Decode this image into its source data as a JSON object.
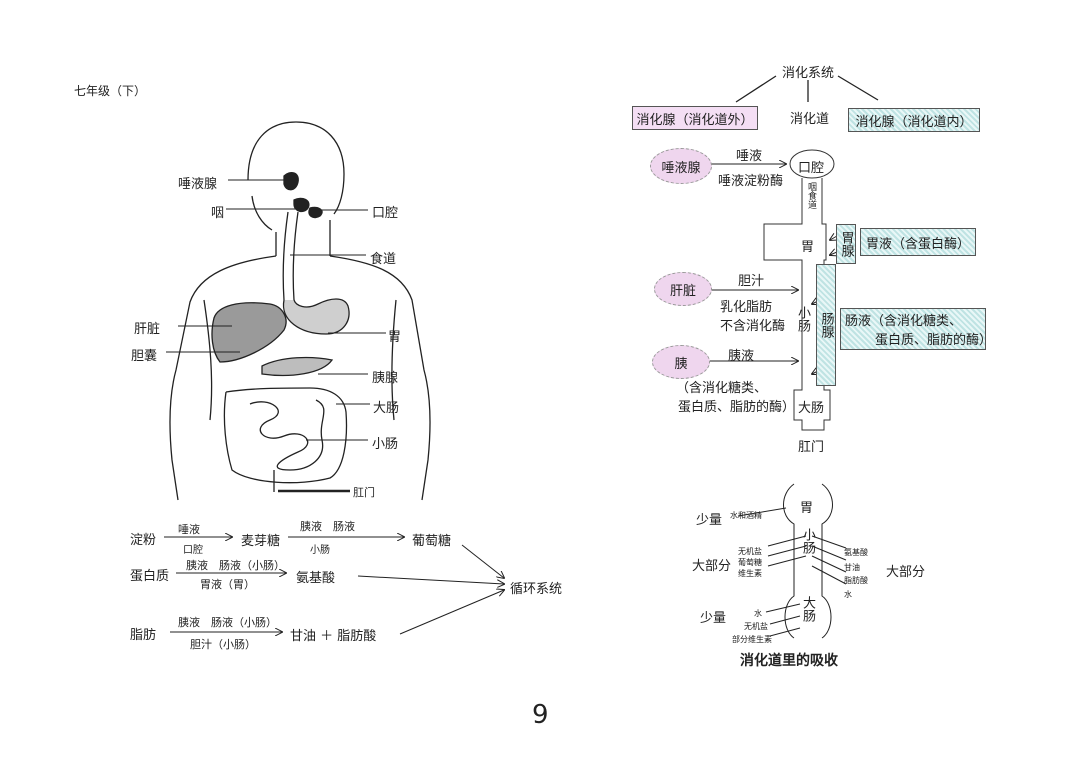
{
  "header": {
    "grade": "七年级（下）"
  },
  "page_number": "9",
  "anatomy": {
    "labels": {
      "salivary": "唾液腺",
      "pharynx": "咽",
      "mouth": "口腔",
      "esophagus": "食道",
      "liver": "肝脏",
      "stomach": "胃",
      "gallbladder": "胆囊",
      "pancreas": "胰腺",
      "large_intestine": "大肠",
      "small_intestine": "小肠",
      "anus": "肛门"
    }
  },
  "digestion": {
    "starch": {
      "start": "淀粉",
      "e1_top": "唾液",
      "e1_bottom": "口腔",
      "mid": "麦芽糖",
      "e2_top": "胰液　肠液",
      "e2_bottom": "小肠",
      "end": "葡萄糖"
    },
    "protein": {
      "start": "蛋白质",
      "e1_top": "胰液　肠液（小肠）",
      "e1_bottom": "胃液（胃）",
      "end": "氨基酸"
    },
    "fat": {
      "start": "脂肪",
      "e1_top": "胰液　肠液（小肠）",
      "e1_bottom": "胆汁（小肠）",
      "end": "甘油 ＋ 脂肪酸"
    },
    "target": "循环系统"
  },
  "system": {
    "title": "消化系统",
    "outer_gland": "消化腺（消化道外）",
    "tract": "消化道",
    "inner_gland": "消化腺（消化道内）",
    "salivary_gland": "唾液腺",
    "saliva": "唾液",
    "saliva_enzyme": "唾液淀粉酶",
    "mouth": "口腔",
    "pharynx_esophagus": "咽食道",
    "stomach": "胃",
    "gastric_gland": "胃腺",
    "gastric_juice": "胃液（含蛋白酶）",
    "liver": "肝脏",
    "bile": "胆汁",
    "bile_note1": "乳化脂肪",
    "bile_note2": "不含消化酶",
    "small_intestine": "小肠",
    "intestinal_gland": "肠腺",
    "intestinal_juice1": "肠液（含消化糖类、",
    "intestinal_juice2": "蛋白质、脂肪的酶）",
    "pancreas": "胰",
    "pancreatic_juice": "胰液",
    "pancreatic_note1": "（含消化糖类、",
    "pancreatic_note2": "蛋白质、脂肪的酶）",
    "large_intestine": "大肠",
    "anus": "肛门"
  },
  "absorption": {
    "title": "消化道里的吸收",
    "stomach": "胃",
    "small_intestine": "小肠",
    "large_intestine": "大肠",
    "small_amount": "少量",
    "most": "大部分",
    "stomach_items": "水和酒精",
    "si_left": [
      "无机盐",
      "葡萄糖",
      "维生素"
    ],
    "si_right": [
      "氨基酸",
      "甘油",
      "脂肪酸",
      "水"
    ],
    "li_items": [
      "水",
      "无机盐",
      "部分维生素"
    ]
  }
}
